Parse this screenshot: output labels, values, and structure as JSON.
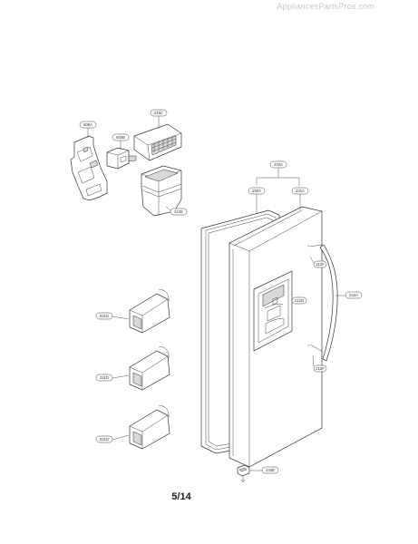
{
  "watermark": "AppliancesPartsPros.com",
  "page_number": "5/14",
  "callouts": [
    {
      "id": "c1",
      "label": "606A"
    },
    {
      "id": "c2",
      "label": "215C"
    },
    {
      "id": "c3",
      "label": "600B"
    },
    {
      "id": "c4",
      "label": "210E"
    },
    {
      "id": "c5",
      "label": "203A"
    },
    {
      "id": "c6",
      "label": "200A"
    },
    {
      "id": "c7",
      "label": "201A"
    },
    {
      "id": "c8",
      "label": "212F"
    },
    {
      "id": "c9",
      "label": "212D"
    },
    {
      "id": "c10",
      "label": "244A"
    },
    {
      "id": "c11",
      "label": "212F"
    },
    {
      "id": "c12",
      "label": "241D"
    },
    {
      "id": "c13",
      "label": "241D"
    },
    {
      "id": "c14",
      "label": "241D"
    },
    {
      "id": "c15",
      "label": "243B"
    }
  ]
}
